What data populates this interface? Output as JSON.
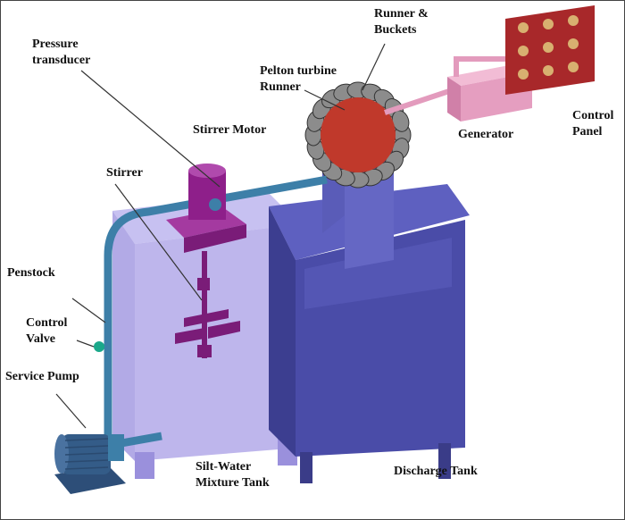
{
  "labels": {
    "pressure_transducer": [
      "Pressure",
      "transducer"
    ],
    "pelton_runner": [
      "Pelton turbine",
      "Runner"
    ],
    "runner_buckets": [
      "Runner &",
      "Buckets"
    ],
    "stirrer_motor": "Stirrer Motor",
    "stirrer": "Stirrer",
    "generator": "Generator",
    "control_panel": [
      "Control",
      "Panel"
    ],
    "penstock": "Penstock",
    "control_valve": [
      "Control",
      "Valve"
    ],
    "service_pump": "Service Pump",
    "mixture_tank": [
      "Silt-Water",
      "Mixture Tank"
    ],
    "discharge_tank": "Discharge Tank"
  },
  "colors": {
    "tank": "#8a7fd6",
    "discharge": "#4a4ca8",
    "runner": "#c0392b",
    "generator": "#e7a0c0",
    "panel": "#a8282a",
    "pipe": "#3d7fa8",
    "motor": "#8e1f8a",
    "valve": "#1aa88a"
  }
}
